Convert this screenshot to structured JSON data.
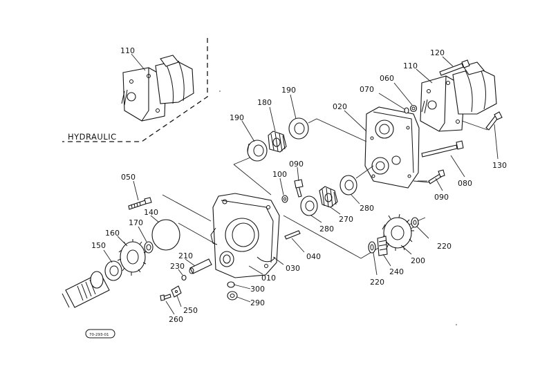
{
  "diagram": {
    "section_label": "HYDRAULIC",
    "drawing_code": "70-293-01",
    "callouts": {
      "c010": "010",
      "c020": "020",
      "c030": "030",
      "c040": "040",
      "c050": "050",
      "c060": "060",
      "c070": "070",
      "c080": "080",
      "c090a": "090",
      "c090b": "090",
      "c100": "100",
      "c110a": "110",
      "c110b": "110",
      "c120": "120",
      "c130": "130",
      "c140": "140",
      "c150": "150",
      "c160": "160",
      "c170": "170",
      "c180": "180",
      "c190a": "190",
      "c190b": "190",
      "c200": "200",
      "c210": "210",
      "c220a": "220",
      "c220b": "220",
      "c230": "230",
      "c240": "240",
      "c250": "250",
      "c260": "260",
      "c270": "270",
      "c280a": "280",
      "c280b": "280",
      "c290": "290",
      "c300": "300"
    }
  }
}
